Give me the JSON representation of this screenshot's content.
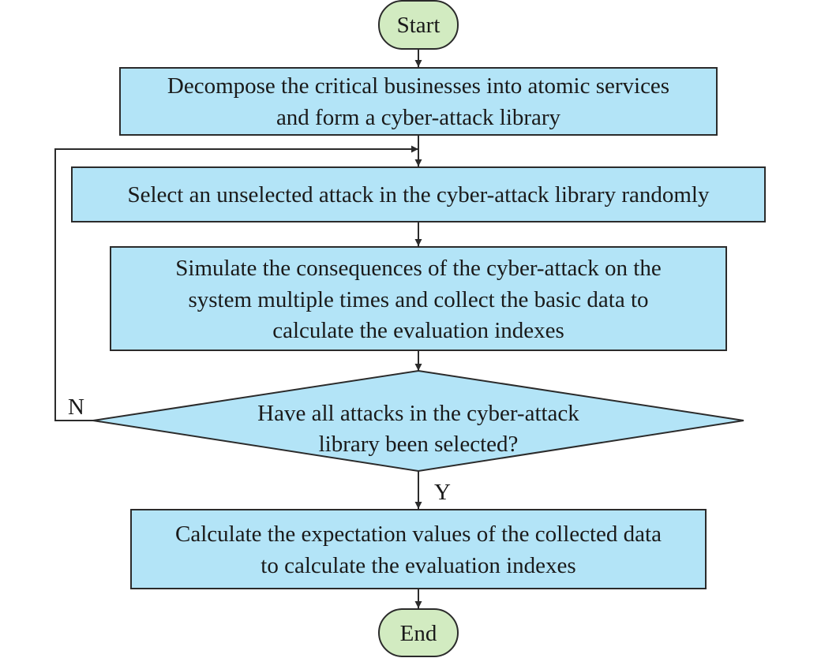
{
  "diagram": {
    "colors": {
      "process_fill": "#b3e4f7",
      "terminal_fill": "#d2ebc1",
      "stroke": "#2b2b2b"
    },
    "nodes": {
      "start": {
        "shape": "terminal",
        "lines": [
          "Start"
        ]
      },
      "decompose": {
        "shape": "process",
        "lines": [
          "Decompose the critical businesses into atomic services",
          "and form a cyber-attack library"
        ]
      },
      "select": {
        "shape": "process",
        "lines": [
          "Select an unselected attack in the cyber-attack library randomly"
        ]
      },
      "simulate": {
        "shape": "process",
        "lines": [
          "Simulate the consequences of the cyber-attack on the",
          "system multiple times and collect the basic data to",
          "calculate the evaluation indexes"
        ]
      },
      "decision": {
        "shape": "decision",
        "lines": [
          "Have all attacks in the cyber-attack",
          "library been selected?"
        ]
      },
      "calculate": {
        "shape": "process",
        "lines": [
          "Calculate the expectation values of the collected data",
          "to calculate the evaluation indexes"
        ]
      },
      "end": {
        "shape": "terminal",
        "lines": [
          "End"
        ]
      }
    },
    "edges": [
      {
        "from": "start",
        "to": "decompose",
        "label": ""
      },
      {
        "from": "decompose",
        "to": "select",
        "label": ""
      },
      {
        "from": "select",
        "to": "simulate",
        "label": ""
      },
      {
        "from": "simulate",
        "to": "decision",
        "label": ""
      },
      {
        "from": "decision",
        "to": "select",
        "label": "N"
      },
      {
        "from": "decision",
        "to": "calculate",
        "label": "Y"
      },
      {
        "from": "calculate",
        "to": "end",
        "label": ""
      }
    ]
  }
}
